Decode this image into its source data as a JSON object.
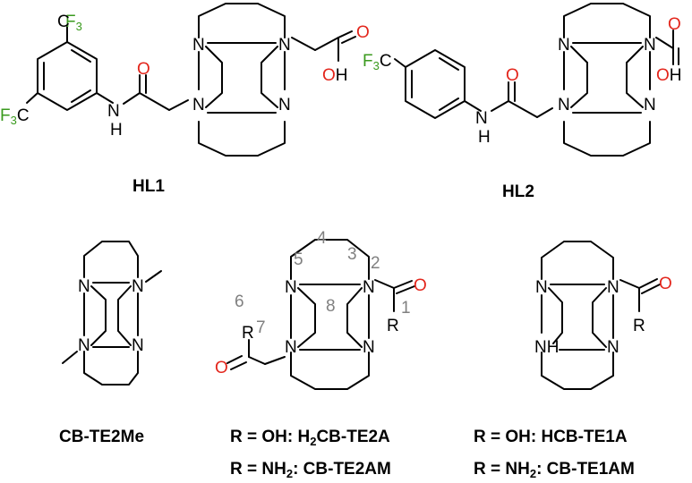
{
  "colors": {
    "bond": "#000000",
    "oxygen": "#e3261c",
    "fluorine": "#3a9a1e",
    "locant": "#808080",
    "text": "#000000"
  },
  "atoms": {
    "N": "N",
    "O": "O",
    "H": "H",
    "NH": "NH",
    "OH": "OH",
    "F": "F",
    "C": "C",
    "F3": "3",
    "R": "R"
  },
  "labels": {
    "hl1": "HL1",
    "hl2": "HL2",
    "cbte2me": "CB-TE2Me",
    "te2a_oh_prefix": "R = OH: H",
    "te2a_oh_sub": "2",
    "te2a_oh_suffix": "CB-TE2A",
    "te2am_prefix": "R = NH",
    "te2am_sub": "2",
    "te2am_suffix": ": CB-TE2AM",
    "te1a_oh": "R = OH: HCB-TE1A",
    "te1am_prefix": "R = NH",
    "te1am_sub": "2",
    "te1am_suffix": ": CB-TE1AM"
  },
  "locants": [
    "1",
    "2",
    "3",
    "4",
    "5",
    "6",
    "7",
    "8"
  ]
}
